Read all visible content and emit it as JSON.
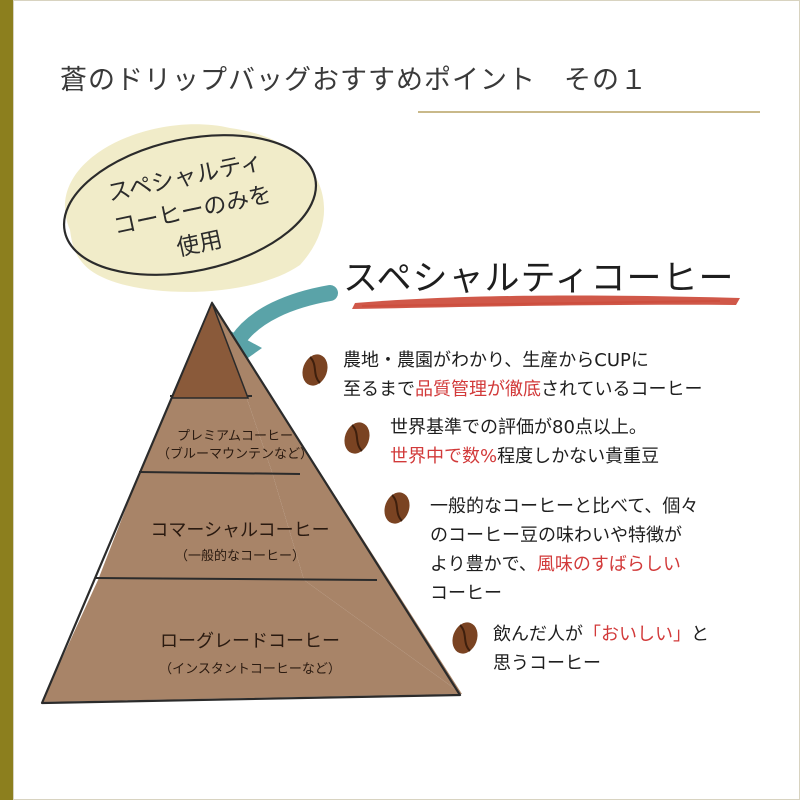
{
  "title": "蒼のドリップバッグおすすめポイント　その１",
  "bubble": {
    "lines": [
      "スペシャルティ",
      "コーヒーのみを",
      "使用"
    ]
  },
  "heading": "スペシャルティコーヒー",
  "pyramid": {
    "tiers": [
      {
        "main": "プレミアムコーヒー",
        "sub": "（ブルーマウンテンなど）"
      },
      {
        "main": "コマーシャルコーヒー",
        "sub": "（一般的なコーヒー）"
      },
      {
        "main": "ローグレードコーヒー",
        "sub": "（インスタントコーヒーなど）"
      }
    ]
  },
  "points": [
    {
      "l1": "農地・農園がわかり、生産からCUPに",
      "l2a": "至るまで",
      "l2hl": "品質管理が徹底",
      "l2b": "されているコーヒー"
    },
    {
      "l1": "世界基準での評価が80点以上。",
      "l2hl": "世界中で数%",
      "l2b": "程度しかない貴重豆"
    },
    {
      "l1": "一般的なコーヒーと比べて、個々",
      "l2": "のコーヒー豆の味わいや特徴が",
      "l3a": "より豊かで、",
      "l3hl": "風味のすばらしい",
      "l4": "コーヒー"
    },
    {
      "l1a": "飲んだ人が",
      "l1hl": "「おいしい」",
      "l1b": "と",
      "l2": "思うコーヒー"
    }
  ],
  "colors": {
    "side_bar": "#8c7f1e",
    "highlight": "#d23a3a",
    "arrow": "#5aa3a8",
    "bubble_fill": "#f1ecc9",
    "pyramid_top": "#8a5a3a",
    "pyramid_body": "#a88468",
    "brush": "#cc4a3a"
  }
}
